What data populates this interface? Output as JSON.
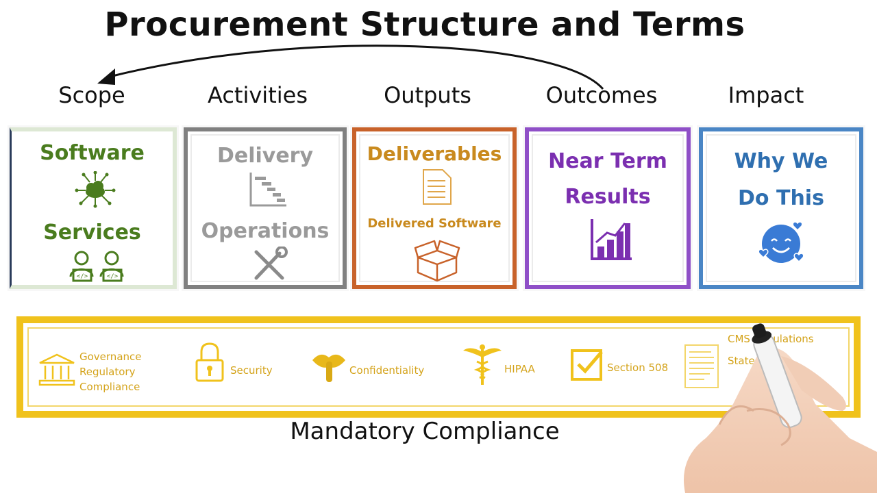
{
  "title": "Procurement Structure and Terms",
  "headers": [
    "Scope",
    "Activities",
    "Outputs",
    "Outcomes",
    "Impact"
  ],
  "boxes": {
    "scope": {
      "top": "Software",
      "bottom": "Services",
      "color": "#4a7c1e",
      "border": "#dde8d4"
    },
    "activities": {
      "top": "Delivery",
      "bottom": "Operations",
      "color": "#9a9a9a",
      "border": "#808080"
    },
    "outputs": {
      "top": "Deliverables",
      "bottom": "Delivered Software",
      "color": "#c98a1e",
      "border": "#c8622a"
    },
    "outcomes": {
      "line1": "Near Term",
      "line2": "Results",
      "color": "#7b2fb0",
      "border": "#8f4fc7"
    },
    "impact": {
      "line1": "Why We",
      "line2": "Do This",
      "color": "#2f6fb0",
      "border": "#4a86c5"
    }
  },
  "compliance": {
    "governance": [
      "Governance",
      "Regulatory",
      "Compliance"
    ],
    "security": "Security",
    "confidentiality": "Confidentiality",
    "hipaa": "HIPAA",
    "section508": "Section 508",
    "cms": "CMS Regulations",
    "state": "State",
    "color": "#f0c21c"
  },
  "footer": "Mandatory Compliance",
  "icons": {
    "software": "cloud-network-icon",
    "services": "developers-icon",
    "delivery": "gantt-chart-icon",
    "operations": "tools-icon",
    "deliverables": "document-icon",
    "delivered_software": "open-box-icon",
    "results": "bar-chart-icon",
    "impact": "smiling-face-hearts-icon",
    "governance": "bank-building-icon",
    "security": "padlock-icon",
    "confidentiality": "lips-icon",
    "hipaa": "caduceus-icon",
    "section508": "checkbox-icon",
    "state_doc": "document-icon"
  }
}
